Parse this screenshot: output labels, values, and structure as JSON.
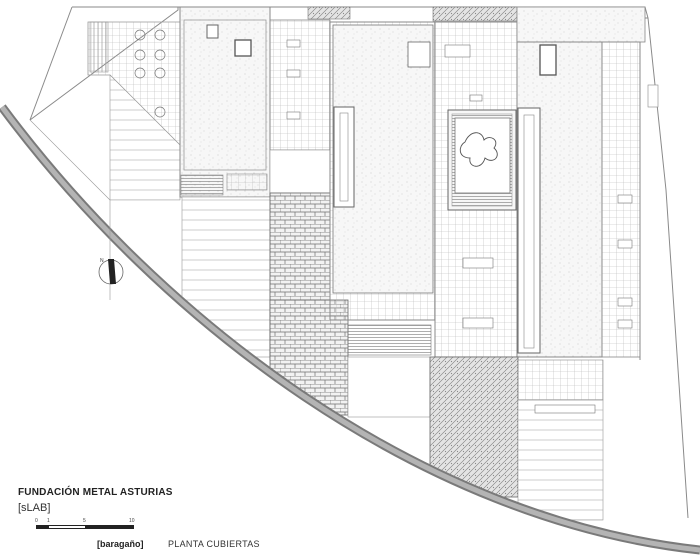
{
  "project_title": "FUNDACIÓN METAL ASTURIAS",
  "studio": "[sLAB]",
  "firm": "[baragaño]",
  "drawing_title": "PLANTA CUBIERTAS",
  "scale_ticks": [
    "0",
    "1",
    "5",
    "10"
  ],
  "north_label": "N"
}
